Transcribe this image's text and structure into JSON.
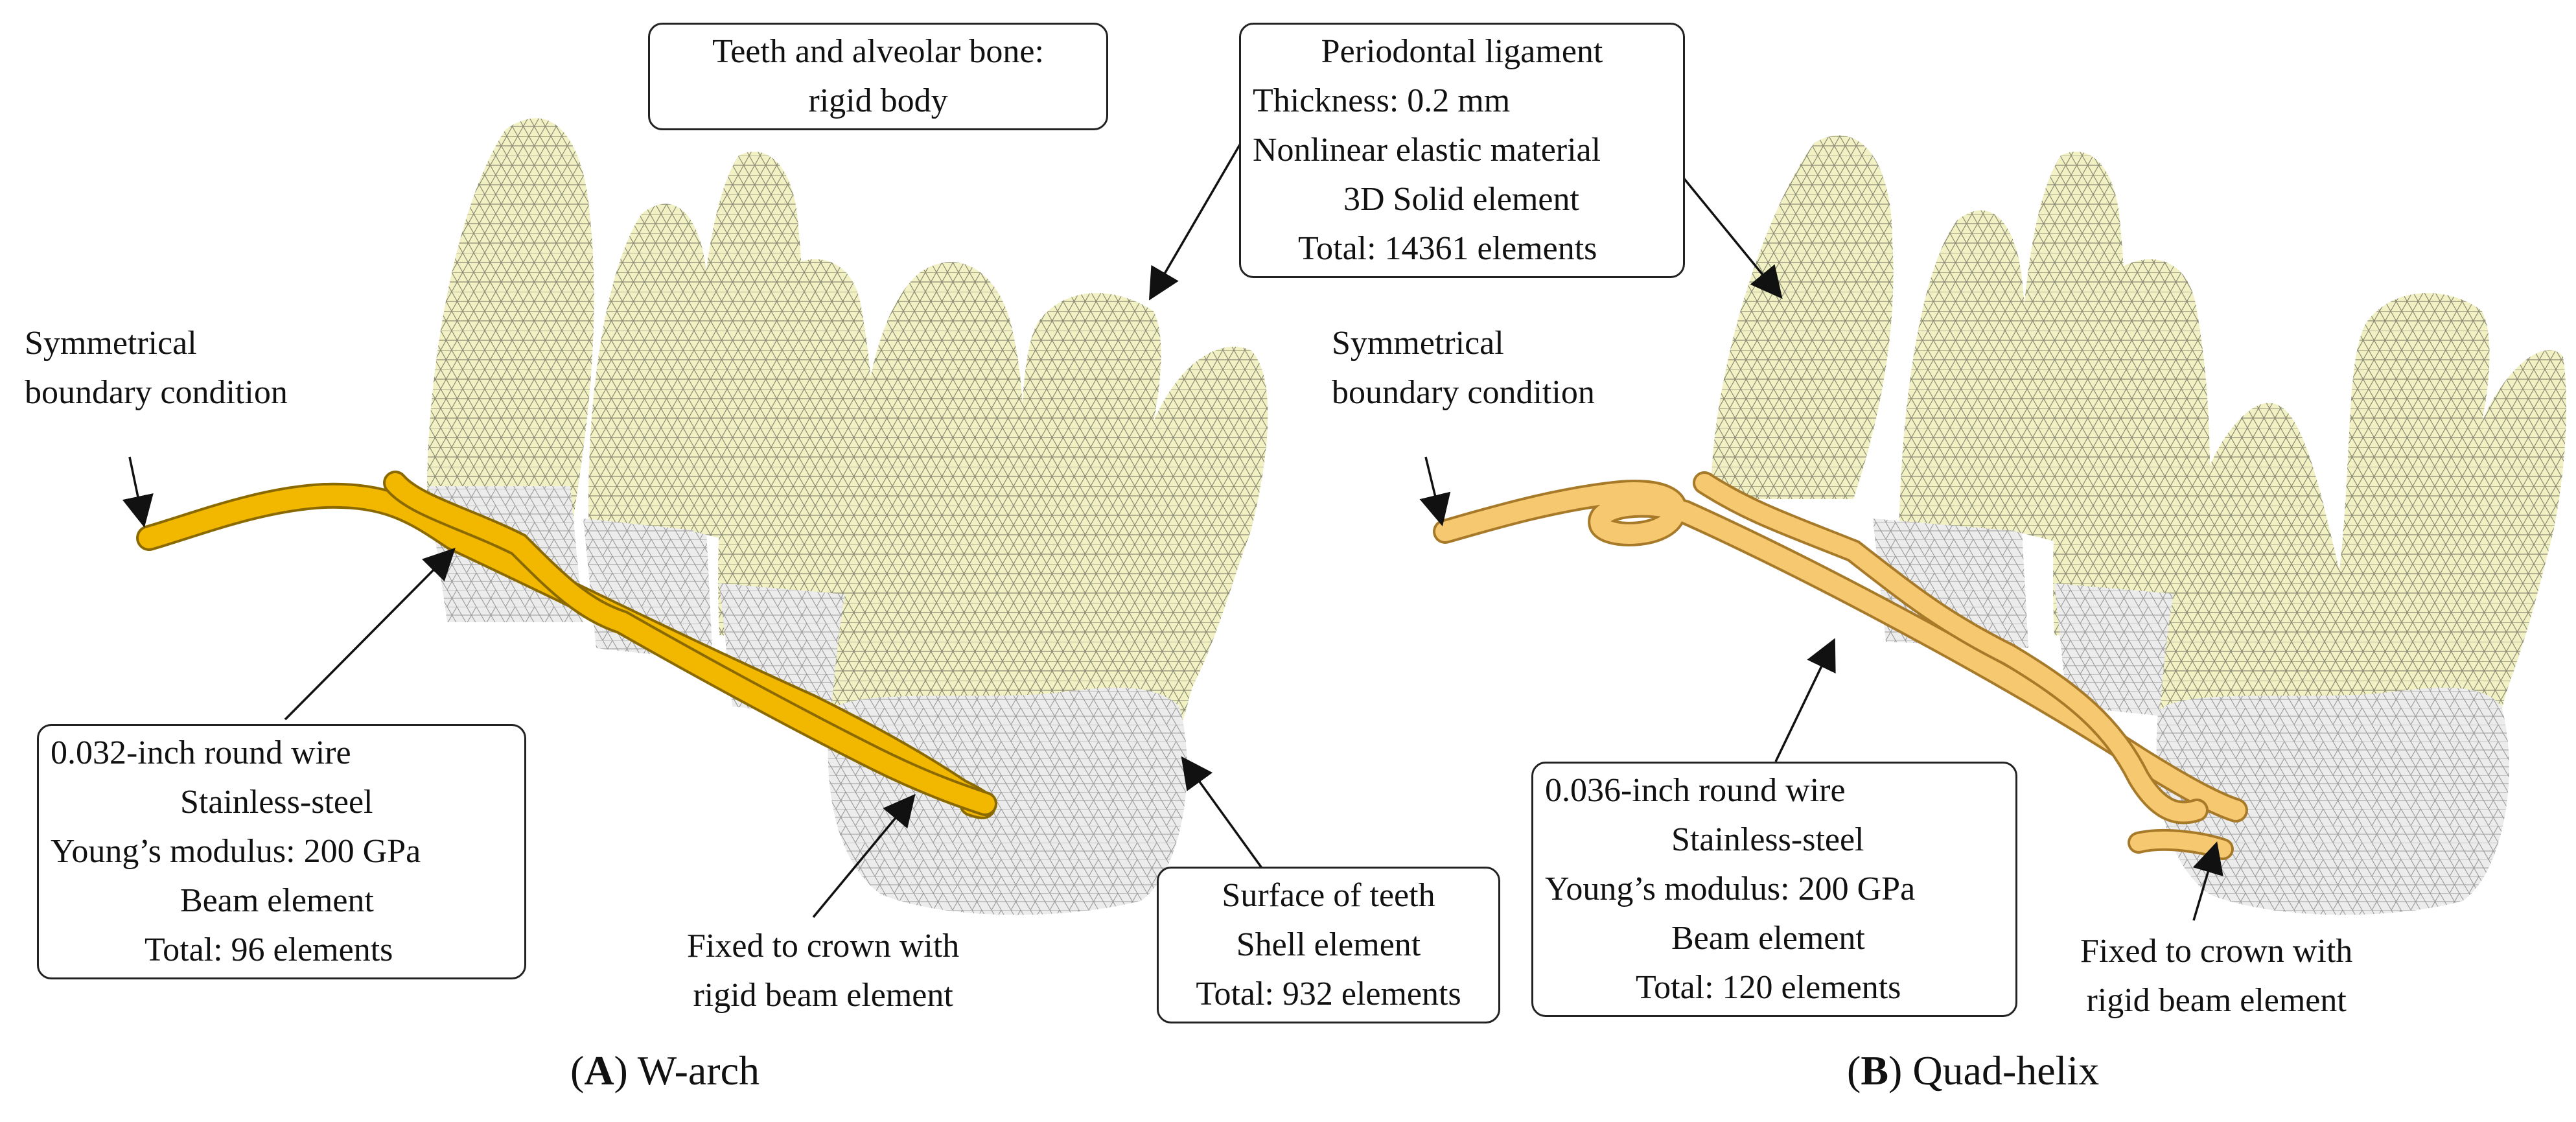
{
  "panels": [
    {
      "id": "A",
      "caption_letter": "A",
      "caption_text": "W-arch",
      "symmetry_label": [
        "Symmetrical",
        "boundary condition"
      ],
      "rigid_body_box": [
        "Teeth and alveolar bone:",
        "rigid body"
      ],
      "wire_box": [
        "0.032-inch round wire",
        "Stainless-steel",
        "Young’s modulus: 200 GPa",
        "Beam element",
        "Total: 96 elements"
      ],
      "fixed_label": [
        "Fixed to crown with",
        "rigid beam element"
      ],
      "surface_box": [
        "Surface of teeth",
        "Shell element",
        "Total: 932 elements"
      ]
    },
    {
      "id": "B",
      "caption_letter": "B",
      "caption_text": "Quad-helix",
      "symmetry_label": [
        "Symmetrical",
        "boundary condition"
      ],
      "wire_box": [
        "0.036-inch round wire",
        "Stainless-steel",
        "Young’s modulus: 200 GPa",
        "Beam element",
        "Total: 120 elements"
      ],
      "fixed_label": [
        "Fixed to crown with",
        "rigid beam element"
      ]
    }
  ],
  "pdl_box": [
    "Periodontal ligament",
    "Thickness: 0.2 mm",
    "Nonlinear elastic material",
    "3D Solid element",
    "Total: 14361 elements"
  ],
  "colors": {
    "tooth_root": "#f1f1c4",
    "tooth_crown": "#ececec",
    "mesh_line": "#7f7f6a",
    "wire_a": "#f2b800",
    "wire_b": "#f6c870",
    "wire_outline": "#8a6a00"
  }
}
